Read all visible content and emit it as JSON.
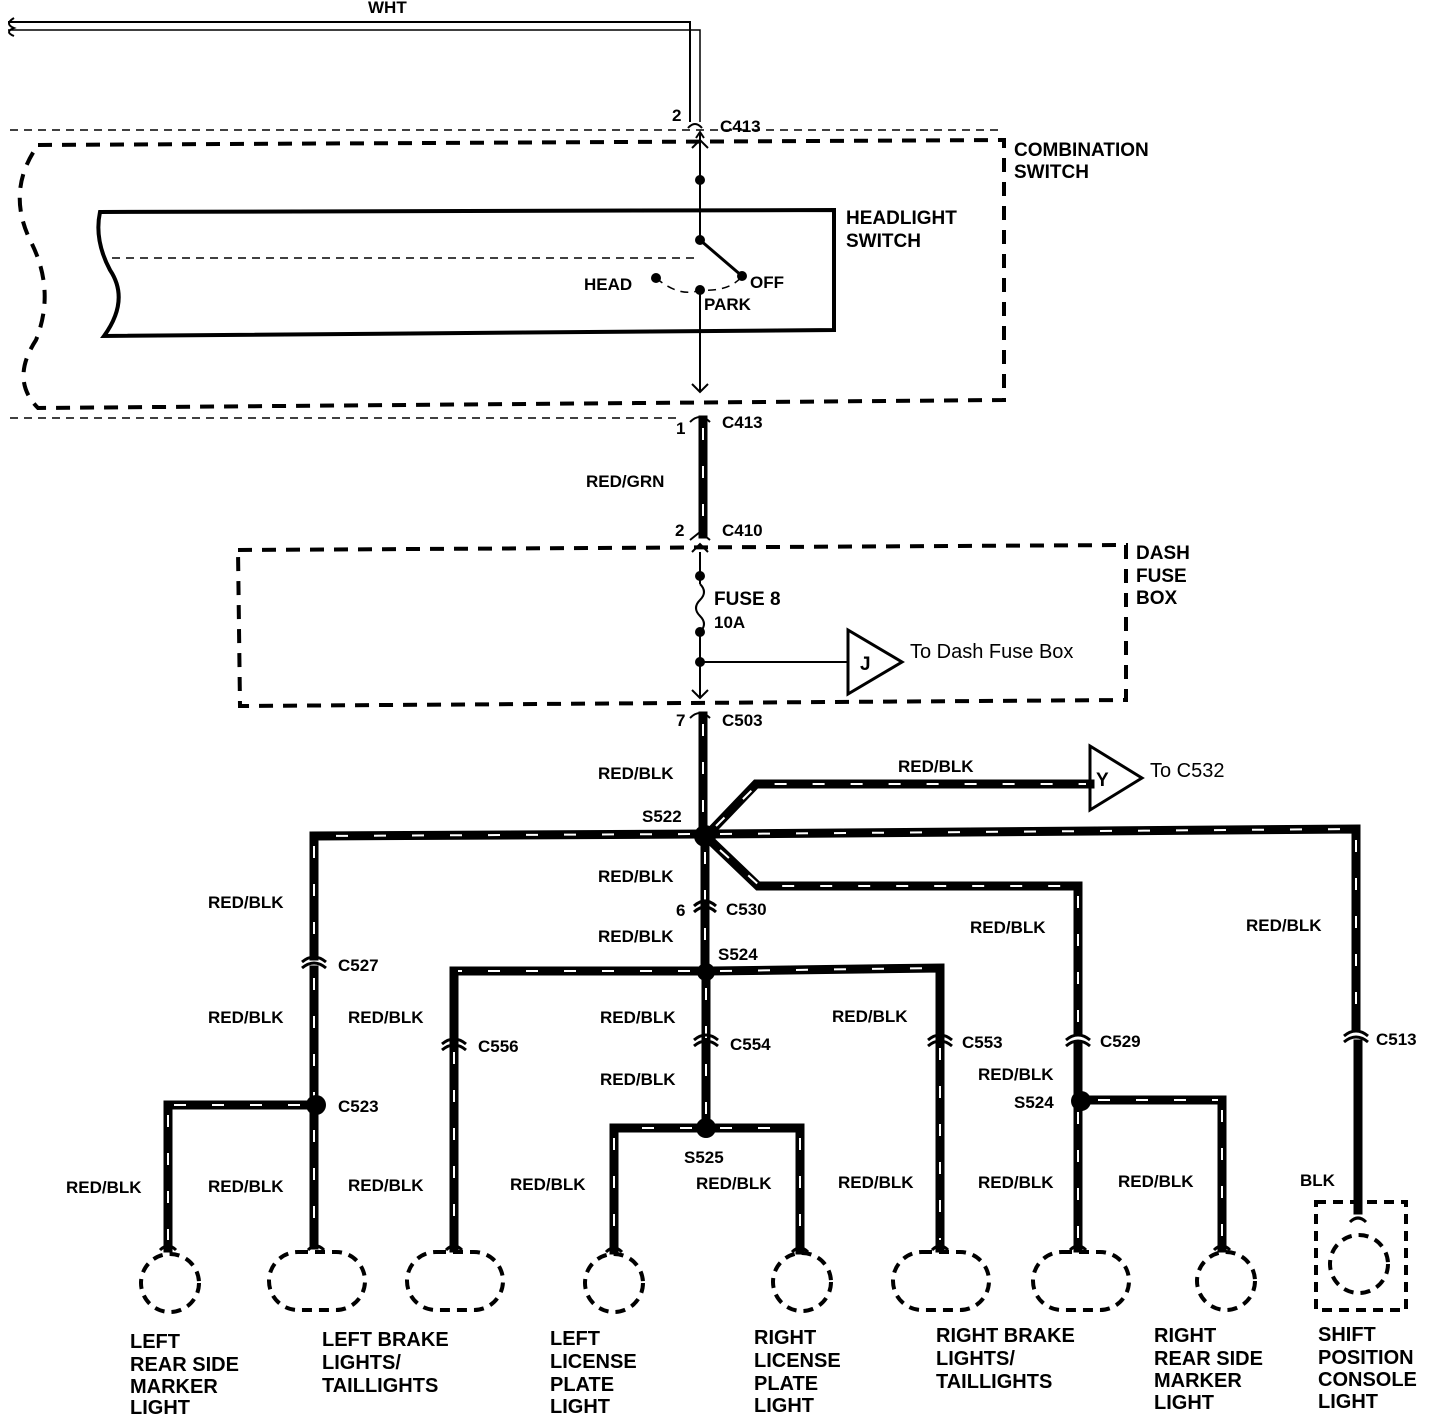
{
  "wire_colors": {
    "wht": "WHT",
    "red_grn": "RED/GRN",
    "red_blk": "RED/BLK",
    "blk": "BLK"
  },
  "components": {
    "combination_switch": "COMBINATION\nSWITCH",
    "headlight_switch": "HEADLIGHT\nSWITCH",
    "head": "HEAD",
    "off": "OFF",
    "park": "PARK",
    "dash_fuse_box": "DASH\nFUSE\nBOX",
    "fuse": "FUSE 8",
    "fuse_rating": "10A",
    "to_dash_fuse_box": "To Dash Fuse Box",
    "to_c532": "To C532",
    "ref_j": "J",
    "ref_y": "Y"
  },
  "connectors": {
    "c413": "C413",
    "c410": "C410",
    "c503": "C503",
    "c530": "C530",
    "c527": "C527",
    "c556": "C556",
    "c554": "C554",
    "c553": "C553",
    "c529": "C529",
    "c513": "C513",
    "c523": "C523",
    "pin_2": "2",
    "pin_1": "1",
    "pin_7": "7",
    "pin_6": "6"
  },
  "splices": {
    "s522": "S522",
    "s524": "S524",
    "s525": "S525"
  },
  "loads": [
    "LEFT\nREAR SIDE\nMARKER\nLIGHT",
    "LEFT BRAKE\nLIGHTS/\nTAILLIGHTS",
    "LEFT\nLICENSE\nPLATE\nLIGHT",
    "RIGHT\nLICENSE\nPLATE\nLIGHT",
    "RIGHT BRAKE\nLIGHTS/\nTAILLIGHTS",
    "RIGHT\nREAR SIDE\nMARKER\nLIGHT",
    "SHIFT\nPOSITION\nCONSOLE\nLIGHT"
  ]
}
